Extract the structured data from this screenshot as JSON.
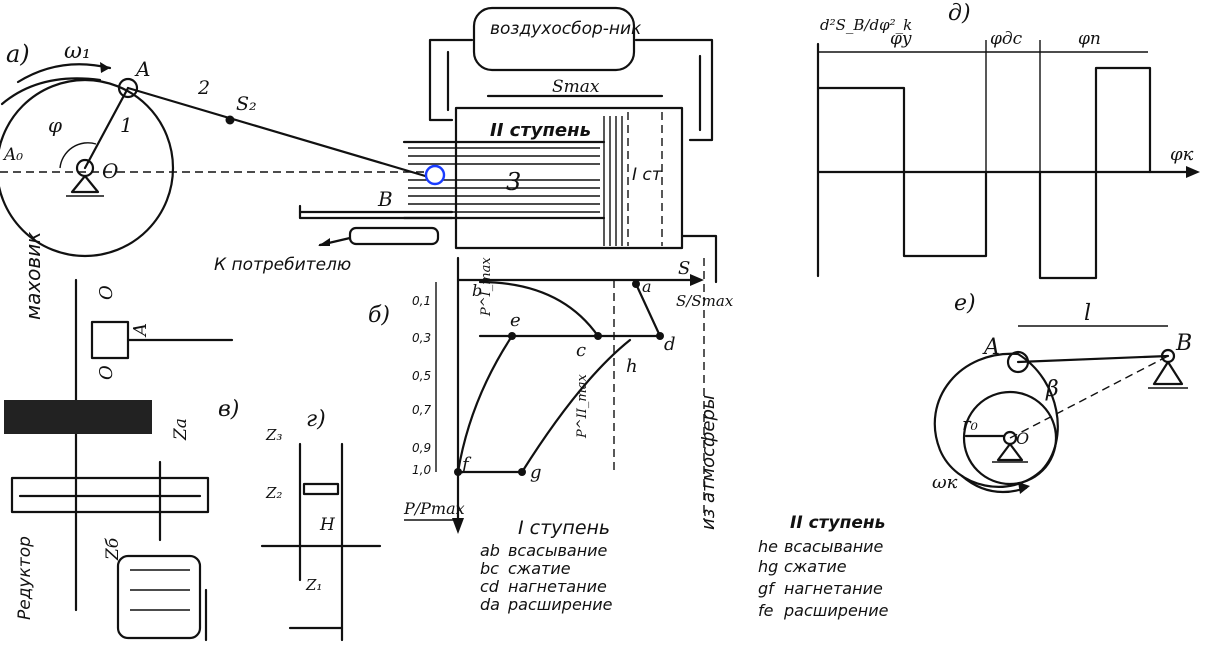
{
  "panels": {
    "a": {
      "tag": "а)",
      "omega": "ω₁",
      "A": "A",
      "O": "O",
      "A0": "A₀",
      "B": "B",
      "phi": "φ",
      "link1": "1",
      "link2": "2",
      "s2": "S₂",
      "link3": "3",
      "air_collector": "воздухосбор-ник",
      "smax": "Smax",
      "stage2": "II ступень",
      "stage1": "I ст",
      "to_consumer": "К потребителю"
    },
    "b": {
      "tag": "б)",
      "s_axis": "S",
      "s_ratio": "S/Smax",
      "p_axis": "P/Pmax",
      "p1max": "P^I_max",
      "p2max": "P^II_max",
      "points": [
        "a",
        "b",
        "c",
        "d",
        "e",
        "f",
        "g",
        "h"
      ],
      "y_ticks": [
        "0,1",
        "0,3",
        "0,5",
        "0,7",
        "0,9",
        "1,0"
      ],
      "atmosphere": "из атмосферы"
    },
    "v": {
      "tag": "в)",
      "flywheel": "маховик",
      "reducer": "Редуктор",
      "A": "A",
      "O": "O",
      "za": "Zа",
      "zb": "Zб"
    },
    "g": {
      "tag": "г)",
      "z3": "Z₃",
      "z2": "Z₂",
      "z1": "Z₁",
      "H": "H"
    },
    "d": {
      "tag": "д)",
      "y_label": "d²S_B/dφ²_k",
      "phi_u": "φу",
      "phi_dc": "φдс",
      "phi_n": "φп",
      "phi_k": "φк"
    },
    "e": {
      "tag": "е)",
      "A": "A",
      "B": "B",
      "l": "l",
      "beta": "β",
      "r0": "r₀",
      "O": "O",
      "omega_k": "ωк"
    }
  },
  "legend_stage1": {
    "title": "I ступень",
    "items": [
      {
        "code": "ab",
        "text": "всасывание"
      },
      {
        "code": "bc",
        "text": "сжатие"
      },
      {
        "code": "cd",
        "text": "нагнетание"
      },
      {
        "code": "da",
        "text": "расширение"
      }
    ]
  },
  "legend_stage2": {
    "title": "II ступень",
    "items": [
      {
        "code": "he",
        "text": "всасывание"
      },
      {
        "code": "hg",
        "text": "сжатие"
      },
      {
        "code": "gf",
        "text": "нагнетание"
      },
      {
        "code": "fe",
        "text": "расширение"
      }
    ]
  }
}
